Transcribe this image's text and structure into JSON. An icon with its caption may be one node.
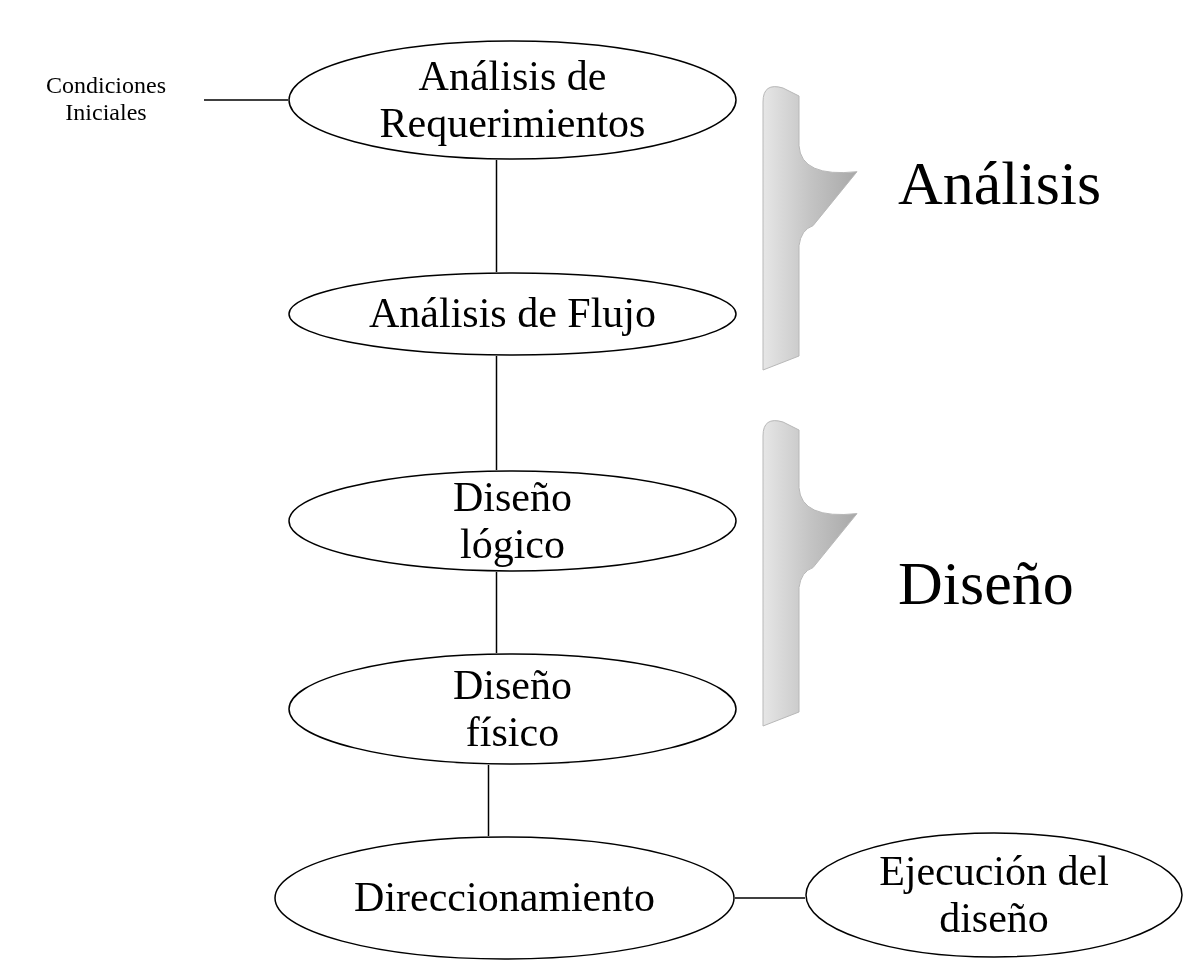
{
  "diagram": {
    "nodes": [
      {
        "text": [
          "Condiciones Iniciales"
        ]
      },
      {
        "text": [
          "Análisis de Requerimientos"
        ]
      },
      {
        "text": [
          "Análisis de Flujo"
        ]
      },
      {
        "text": [
          "Diseño lógico"
        ]
      },
      {
        "text": [
          "Diseño físico"
        ]
      },
      {
        "text": [
          "Direccionamiento"
        ]
      },
      {
        "text": [
          "Ejecución del diseño"
        ]
      }
    ],
    "edges": [
      {
        "from": 0,
        "to": 1,
        "arrow": "none"
      },
      {
        "from": 1,
        "to": 2,
        "arrow": "none"
      },
      {
        "from": 2,
        "to": 3,
        "arrow": "none"
      },
      {
        "from": 3,
        "to": 4,
        "arrow": "none"
      },
      {
        "from": 4,
        "to": 5,
        "arrow": "none"
      },
      {
        "from": 5,
        "to": 6,
        "arrow": "none"
      }
    ],
    "labels": [
      "Análisis",
      "Diseño"
    ]
  }
}
